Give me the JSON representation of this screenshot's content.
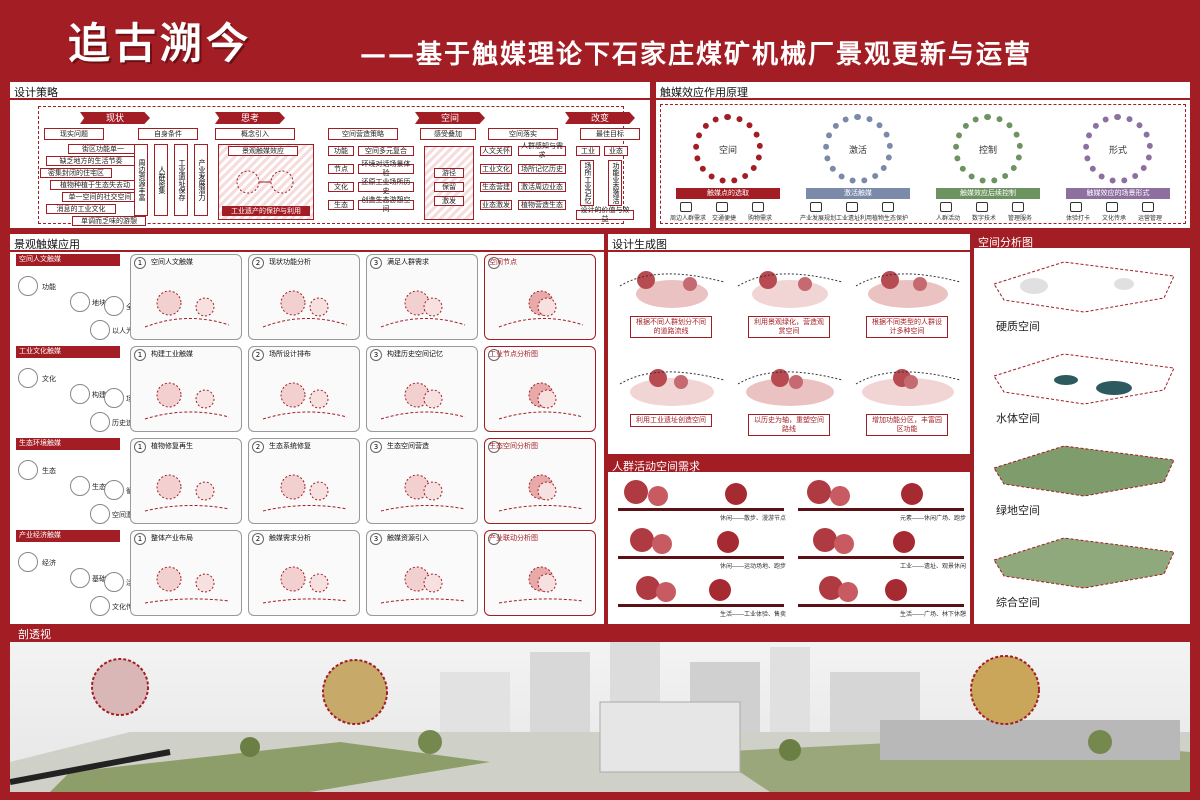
{
  "title": {
    "main": "追古溯今",
    "sub": "——基于触媒理论下石家庄煤矿机械厂景观更新与运营"
  },
  "colors": {
    "accent": "#a31d24",
    "accent_light": "#f6dcdc"
  },
  "strategy": {
    "label": "设计策略",
    "stages": [
      "现状",
      "思考",
      "空间",
      "改变"
    ],
    "items": [
      {
        "head": "现实问题",
        "lines": [
          "街区功能单一",
          "缺乏地方的生活节奏",
          "密集封闭的住宅区",
          "植物种植于生态失去动",
          "单一空间的社交空间",
          "消息的工业文化",
          "单调而乏味的游憩"
        ]
      },
      {
        "head": "自身条件",
        "cols": [
          "周边资源丰富",
          "人群密集",
          "工业遗址保存",
          "产业发展潜力"
        ]
      },
      {
        "head": "概念引入",
        "lines": [
          "景观触媒效应",
          "工业遗产的保护与利用"
        ]
      },
      {
        "head": "空间营造策略",
        "pairs": [
          [
            "功能",
            "空间多元复合"
          ],
          [
            "节点",
            "环境对话场景体验"
          ],
          [
            "文化",
            "还原工业场所历史"
          ],
          [
            "生态",
            "创造生态游憩空间"
          ]
        ]
      },
      {
        "head": "感受叠加",
        "lines": [
          "游径",
          "保留",
          "激发"
        ]
      },
      {
        "head": "空间落实",
        "pairs": [
          [
            "人文关怀",
            "人群感知与需求"
          ],
          [
            "工业文化",
            "场所记忆历史"
          ],
          [
            "生态营建",
            "激活周边业态"
          ],
          [
            "业态激发",
            "植物营造生态"
          ]
        ]
      },
      {
        "head": "最佳目标",
        "lines": [
          "工业",
          "业态",
          "场所工业记忆",
          "功能业态激活",
          "设计的价值与效益"
        ]
      }
    ]
  },
  "catalyst": {
    "label": "触媒效应作用原理",
    "units": [
      {
        "center": "空间",
        "bar": "触媒点的选取",
        "color": "#a31d24",
        "icons": [
          "周边人群需求",
          "交通便捷",
          "购物需求"
        ]
      },
      {
        "center": "激活",
        "bar": "激活触媒",
        "color": "#7b8aa8",
        "icons": [
          "产业发展规划",
          "工业遗址利用",
          "植物生态保护"
        ]
      },
      {
        "center": "控制",
        "bar": "触媒效应后续控制",
        "color": "#6d9360",
        "icons": [
          "人群活动",
          "数字技术",
          "管理服务"
        ]
      },
      {
        "center": "形式",
        "bar": "触媒效应的场景形式",
        "color": "#8d70a0",
        "icons": [
          "体验打卡",
          "文化传承",
          "运营管理"
        ]
      }
    ]
  },
  "application": {
    "label": "景观触媒应用",
    "rows": [
      {
        "head": "空间人文触媒",
        "tags": [
          "功能",
          "地块要素",
          "全域流动",
          "以人为本"
        ],
        "cells": [
          "空间人文触媒",
          "现状功能分析",
          "满足人群需求",
          "空间节点"
        ]
      },
      {
        "head": "工业文化触媒",
        "tags": [
          "文化",
          "构建景点",
          "场所营造",
          "历史追溯"
        ],
        "cells": [
          "构建工业触媒",
          "场所设计排布",
          "构建历史空间记忆",
          "工业节点分析图"
        ]
      },
      {
        "head": "生态环境触媒",
        "tags": [
          "生态",
          "生态优化",
          "循环构建",
          "空间激发"
        ],
        "cells": [
          "植物修复再生",
          "生态系统修复",
          "生态空间营造",
          "生态空间分析图"
        ]
      },
      {
        "head": "产业经济触媒",
        "tags": [
          "经济",
          "基础设施",
          "活力聚集",
          "文化传承"
        ],
        "cells": [
          "整体产业布局",
          "触媒需求分析",
          "触媒资源引入",
          "产业联动分析图"
        ]
      }
    ]
  },
  "generation": {
    "label": "设计生成图",
    "captions": [
      "根据不同人群划分不同的道路流线",
      "利用景观绿化，营造观赏空间",
      "根据不同类型的人群设计多种空间",
      "利用工业遗址创造空间",
      "以历史为轴，重塑空间路线",
      "增加功能分区，丰富园区功能"
    ]
  },
  "crowd": {
    "label": "人群活动空间需求",
    "captions": [
      "休闲——散步、漫游节点",
      "元素——休闲广场、跑步",
      "休闲——运动场地、跑步",
      "工业——遗址、观景休闲",
      "生活——工业体验、售卖",
      "生活——广场、林下休憩"
    ]
  },
  "spatial": {
    "label": "空间分析图",
    "layers": [
      "硬质空间",
      "水体空间",
      "绿地空间",
      "综合空间"
    ]
  },
  "section": {
    "label": "剖透视"
  }
}
